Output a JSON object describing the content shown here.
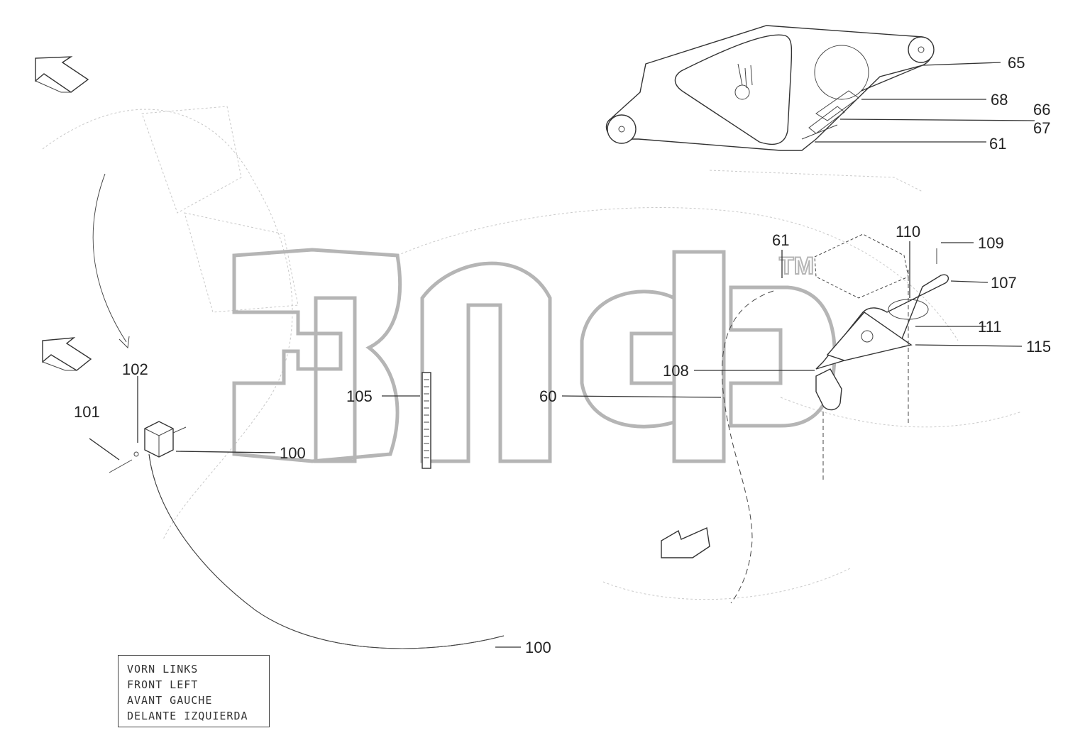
{
  "callouts": [
    {
      "id": "65",
      "label": "65"
    },
    {
      "id": "68",
      "label": "68"
    },
    {
      "id": "66",
      "label": "66"
    },
    {
      "id": "67",
      "label": "67"
    },
    {
      "id": "61a",
      "label": "61"
    },
    {
      "id": "61b",
      "label": "61"
    },
    {
      "id": "110",
      "label": "110"
    },
    {
      "id": "109",
      "label": "109"
    },
    {
      "id": "107",
      "label": "107"
    },
    {
      "id": "111",
      "label": "111"
    },
    {
      "id": "115",
      "label": "115"
    },
    {
      "id": "108",
      "label": "108"
    },
    {
      "id": "60",
      "label": "60"
    },
    {
      "id": "105",
      "label": "105"
    },
    {
      "id": "102",
      "label": "102"
    },
    {
      "id": "101",
      "label": "101"
    },
    {
      "id": "100a",
      "label": "100"
    },
    {
      "id": "100b",
      "label": "100"
    }
  ],
  "legend": {
    "lines": [
      "VORN LINKS",
      "FRONT LEFT",
      "AVANT GAUCHE",
      "DELANTE IZQUIERDA"
    ]
  },
  "watermark": {
    "trademark": "TM"
  }
}
